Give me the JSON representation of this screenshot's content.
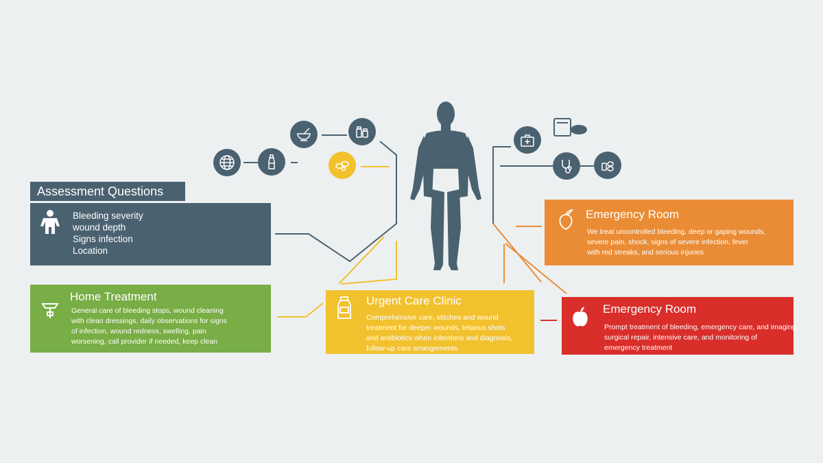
{
  "colors": {
    "background": "#edf0f1",
    "slate": "#4a6170",
    "green": "#79ad45",
    "yellow": "#f2c12e",
    "orange": "#ea8c35",
    "red": "#d92e2a",
    "connector_slate": "#4a6170",
    "connector_yellow": "#f2c12e",
    "connector_orange": "#ea8c35",
    "connector_red": "#d92e2a"
  },
  "icons": {
    "top": [
      "globe-icon",
      "bottle-icon",
      "mortar-bowl-icon",
      "medicine-bottles-icon",
      "pills-icon",
      "first-aid-kit-icon",
      "clipboard-cup-icon",
      "stethoscope-icon",
      "medication-icon"
    ],
    "figure": "human-body-silhouette-icon"
  },
  "assessment": {
    "header": "Assessment Questions",
    "icon": "person-icon",
    "items": [
      "Bleeding severity",
      "wound depth",
      "Signs infection",
      "Location"
    ]
  },
  "home": {
    "title": "Home Treatment",
    "icon": "bandage-tool-icon",
    "lines": [
      "General care of bleeding stops, wound cleaning",
      "with clean dressings, daily observations for signs",
      "of infection, wound redness, swelling, pain",
      "worsening, call provider if needed, keep clean"
    ]
  },
  "urgent": {
    "title": "Urgent Care Clinic",
    "icon": "medicine-jar-icon",
    "lines": [
      "Comprehensive care, stitches and wound",
      "treatment for deeper wounds, tetanus shots",
      "and antibiotics when infections and diagnosis,",
      "follow-up care arrangements"
    ]
  },
  "er1": {
    "title": "Emergency Room",
    "icon": "peach-icon",
    "lines": [
      "We treat uncontrolled bleeding, deep or gaping wounds,",
      "severe pain, shock, signs of severe infection, fever",
      "with red streaks, and serious injuries"
    ]
  },
  "er2": {
    "title": "Emergency Room",
    "icon": "apple-icon",
    "lines": [
      "Prompt treatment of bleeding, emergency care, and imaging,",
      "surgical repair, intensive care, and monitoring of",
      "emergency treatment"
    ]
  }
}
